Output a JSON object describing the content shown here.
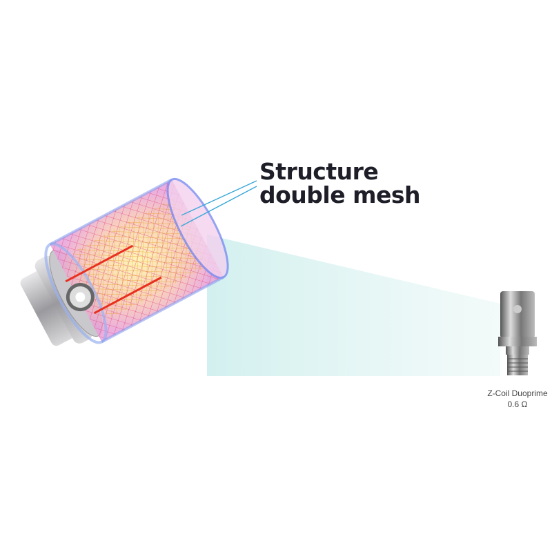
{
  "headline": {
    "line1": "Structure",
    "line2": "double mesh"
  },
  "product": {
    "name": "Z-Coil Duoprime",
    "resistance": "0.6 Ω"
  },
  "colors": {
    "callout": "#3aa8d8",
    "beam": "#dff4f2",
    "mesh_outer": "#e0508a",
    "mesh_inner": "#e8b040",
    "metal": "#b8b8bc"
  }
}
